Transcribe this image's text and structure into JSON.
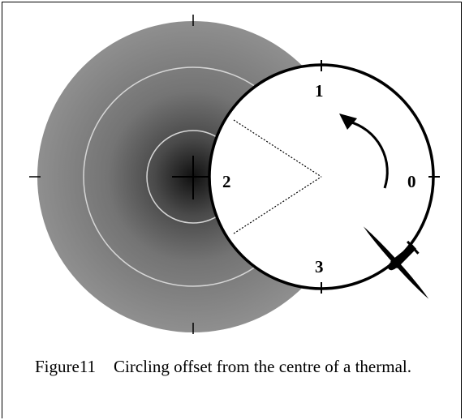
{
  "diagram": {
    "labels": {
      "point_0": "0",
      "point_1": "1",
      "point_2": "2",
      "point_3": "3"
    },
    "colors": {
      "thermal_outer": "#8c8c8c",
      "thermal_core": "#101010",
      "rings": "#d8d8d8",
      "circuit": "#000000"
    },
    "icons": {
      "glider": "glider-icon",
      "direction": "curved-arrow-icon",
      "centre": "crosshair-icon"
    }
  },
  "caption": {
    "number": "Figure11",
    "text": "Circling offset from the centre of a thermal."
  }
}
